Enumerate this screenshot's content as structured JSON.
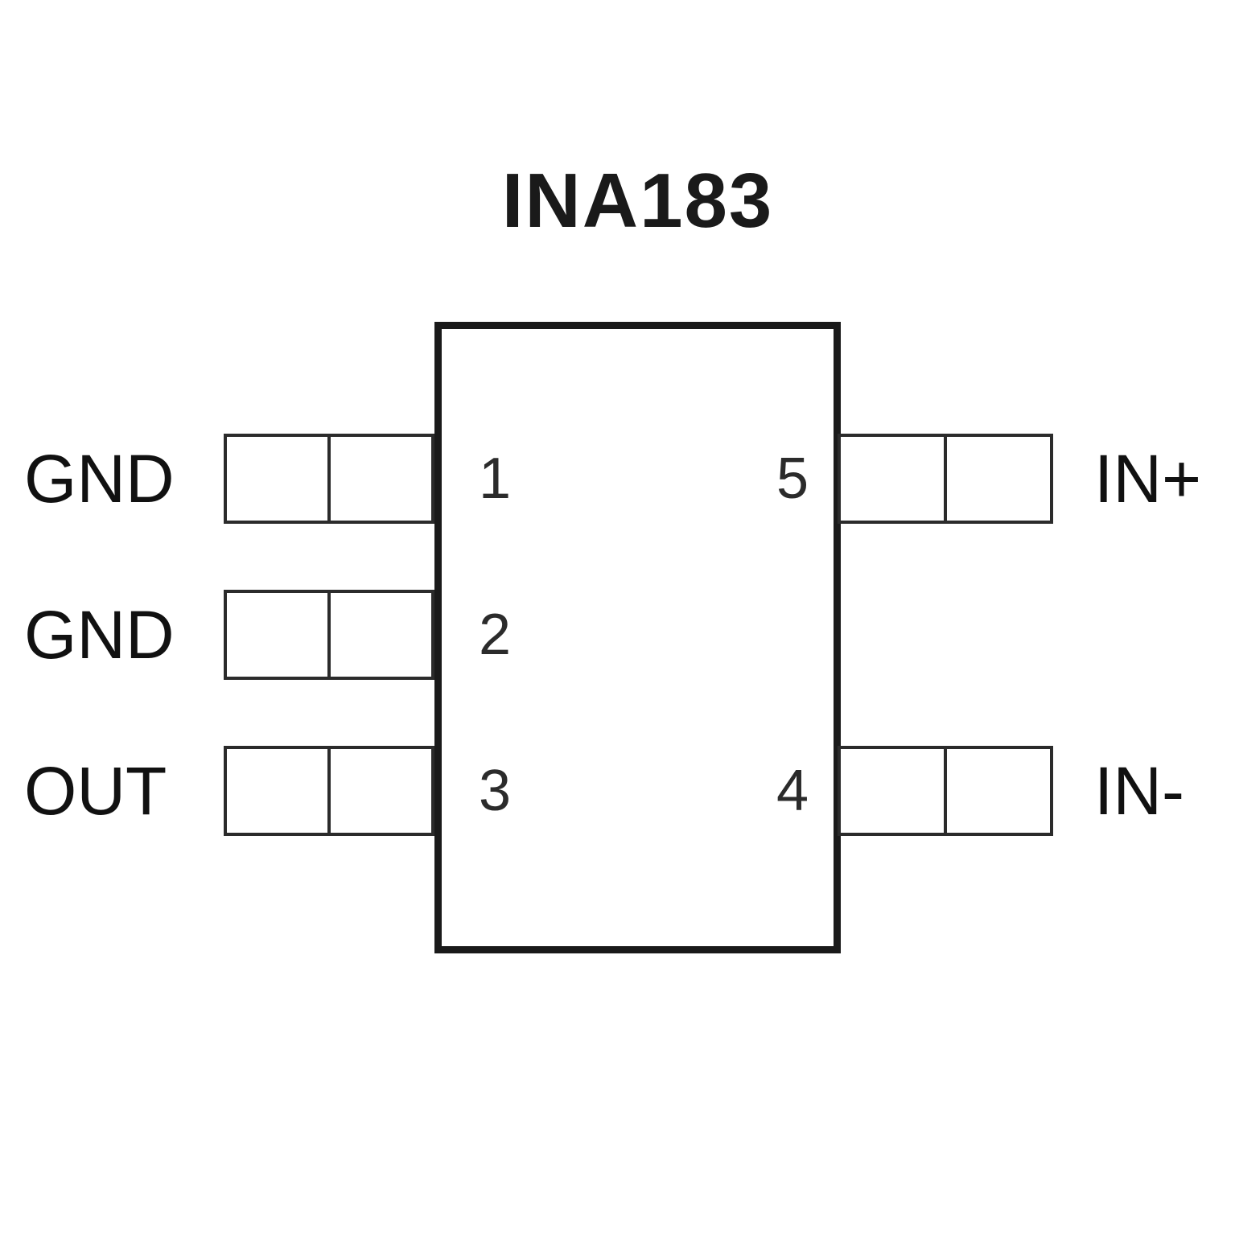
{
  "title": "INA183",
  "diagram": {
    "type": "ic-pinout",
    "package_pin_count": 5
  },
  "colors": {
    "background": "#ffffff",
    "body_outline": "#1a1a1a",
    "pad_outline": "#2b2b2b",
    "text": "#111111"
  },
  "pins": {
    "left": [
      {
        "number": "1",
        "label": "GND"
      },
      {
        "number": "2",
        "label": "GND"
      },
      {
        "number": "3",
        "label": "OUT"
      }
    ],
    "right": [
      {
        "number": "5",
        "label": "IN+"
      },
      {
        "number": "4",
        "label": "IN-"
      }
    ]
  }
}
